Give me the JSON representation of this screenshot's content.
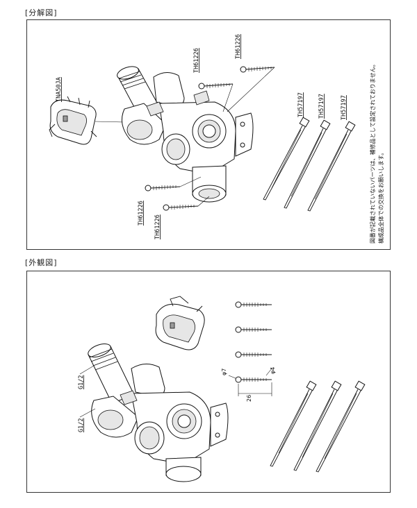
{
  "sections": {
    "exploded_title": "[分解図]",
    "exterior_title": "[外観図]"
  },
  "exploded": {
    "labels": {
      "clip": "TNA50JA",
      "screw_top_a": "TH61226",
      "screw_top_b": "TH61226",
      "screw_bottom_a": "TH61226",
      "screw_bottom_b": "TH61226",
      "tie_a": "TH57197",
      "tie_b": "TH57197",
      "tie_c": "TH57197"
    },
    "note_line1": "図番が記載されていないパーツは、補修品として設定されておりません。",
    "note_line2": "構成品全体での交換をお願いします。"
  },
  "exterior": {
    "thread_top": "G1/2",
    "thread_bottom": "G1/2",
    "dim_phi7": "φ7",
    "dim_phi4": "φ4",
    "dim_26": "26"
  }
}
